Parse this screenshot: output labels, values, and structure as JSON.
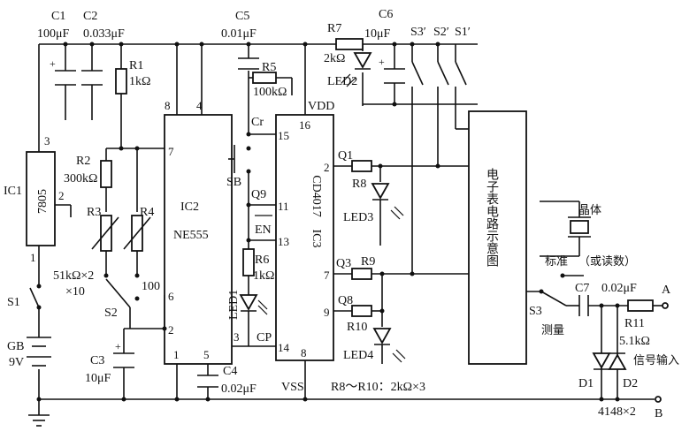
{
  "components": {
    "c1": {
      "ref": "C1",
      "value": "100μF"
    },
    "c2": {
      "ref": "C2",
      "value": "0.033μF"
    },
    "c3": {
      "ref": "C3",
      "value": "10μF"
    },
    "c4": {
      "ref": "C4",
      "value": "0.02μF"
    },
    "c5": {
      "ref": "C5",
      "value": "0.01μF"
    },
    "c6": {
      "ref": "C6",
      "value": "10μF"
    },
    "c7": {
      "ref": "C7",
      "value": "0.02μF"
    },
    "r1": {
      "ref": "R1",
      "value": "1kΩ"
    },
    "r2": {
      "ref": "R2",
      "value": "300kΩ"
    },
    "r3": {
      "ref": "R3"
    },
    "r4": {
      "ref": "R4"
    },
    "r34_value": "51kΩ×2",
    "r34_mult": "×10",
    "r5": {
      "ref": "R5",
      "value": "100kΩ"
    },
    "r6": {
      "ref": "R6",
      "value": "1kΩ"
    },
    "r7": {
      "ref": "R7",
      "value": "2kΩ"
    },
    "r8": {
      "ref": "R8"
    },
    "r9": {
      "ref": "R9"
    },
    "r10": {
      "ref": "R10"
    },
    "r11": {
      "ref": "R11",
      "value": "5.1kΩ"
    },
    "r8_r10_note": "R8～R10：2kΩ×3",
    "ic1": {
      "ref": "IC1",
      "part": "7805",
      "pin1": "1",
      "pin2": "2",
      "pin3": "3"
    },
    "ic2": {
      "ref": "IC2",
      "part": "NE555",
      "pins": [
        "8",
        "4",
        "7",
        "6",
        "2",
        "1",
        "5",
        "3"
      ]
    },
    "ic3": {
      "ref": "IC3",
      "part": "CD4017",
      "pins": [
        "16",
        "15",
        "11",
        "13",
        "14",
        "8",
        "2",
        "7",
        "9"
      ]
    },
    "ic3_signals": {
      "cr": "Cr",
      "q9": "Q9",
      "en": "EN",
      "cp": "CP",
      "vdd": "VDD",
      "vss": "VSS",
      "q1": "Q1",
      "q3": "Q3",
      "q8": "Q8"
    },
    "switches": {
      "s1": "S1",
      "s2": "S2",
      "sb": "SB",
      "s3": "S3",
      "s3p": "S3′",
      "s2p": "S2′",
      "s1p": "S1′"
    },
    "s2_pos": "100",
    "battery": {
      "ref": "GB",
      "value": "9V"
    },
    "leds": {
      "led1": "LED1",
      "led2": "LED2",
      "led3": "LED3",
      "led4": "LED4"
    },
    "diodes": {
      "d1": "D1",
      "d2": "D2",
      "part": "4148×2"
    },
    "terminals": {
      "a": "A",
      "b": "B"
    },
    "labels": {
      "clock_block": "电子表电路示意图",
      "crystal": "晶体",
      "standard": "标准",
      "readout": "（或读数）",
      "measure": "测量",
      "signal_in": "信号输入"
    }
  }
}
